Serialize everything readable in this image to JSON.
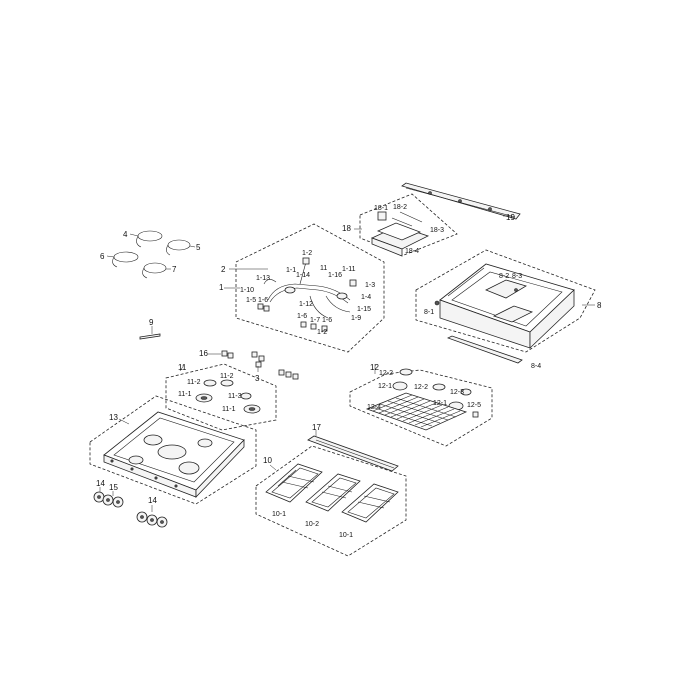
{
  "labels": {
    "l1": "1",
    "l1_2a": "1-2",
    "l1_1": "1-1",
    "l1_14": "1-14",
    "l1_13": "1-13",
    "l1_10": "1-10",
    "l1_5": "1-5",
    "l1_6a": "1-6",
    "l1_11": "11",
    "l1_16": "1-16",
    "l1_11b": "1-11",
    "l1_3": "1-3",
    "l1_4": "1-4",
    "l1_12": "1-12",
    "l1_15": "1-15",
    "l1_9": "1-9",
    "l1_6b": "1-6",
    "l1_7": "1-7",
    "l1_6c": "1-6",
    "l1_2b": "1-2",
    "l2": "2",
    "l3": "3",
    "l4": "4",
    "l5": "5",
    "l6": "6",
    "l7": "7",
    "l9": "9",
    "l8": "8",
    "l8_1": "8-1",
    "l8_2": "8-2",
    "l8_3": "8-3",
    "l8_4": "8-4",
    "l10": "10",
    "l10_1a": "10-1",
    "l10_2": "10-2",
    "l10_1b": "10-1",
    "l11": "11",
    "l11_2a": "11-2",
    "l11_2b": "11-2",
    "l11_1a": "11-1",
    "l11_3": "11-3",
    "l11_1b": "11-1",
    "l12": "12",
    "l12_2a": "12-2",
    "l12_1a": "12-1",
    "l12_2b": "12-2",
    "l12_3": "12-3",
    "l12_4": "12-4",
    "l12_1b": "12-1",
    "l12_5": "12-5",
    "l13": "13",
    "l14a": "14",
    "l15": "15",
    "l14b": "14",
    "l16": "16",
    "l17": "17",
    "l18": "18",
    "l18_1": "18-1",
    "l18_2": "18-2",
    "l18_3": "18-3",
    "l18_4": "18-4",
    "l19": "19"
  }
}
